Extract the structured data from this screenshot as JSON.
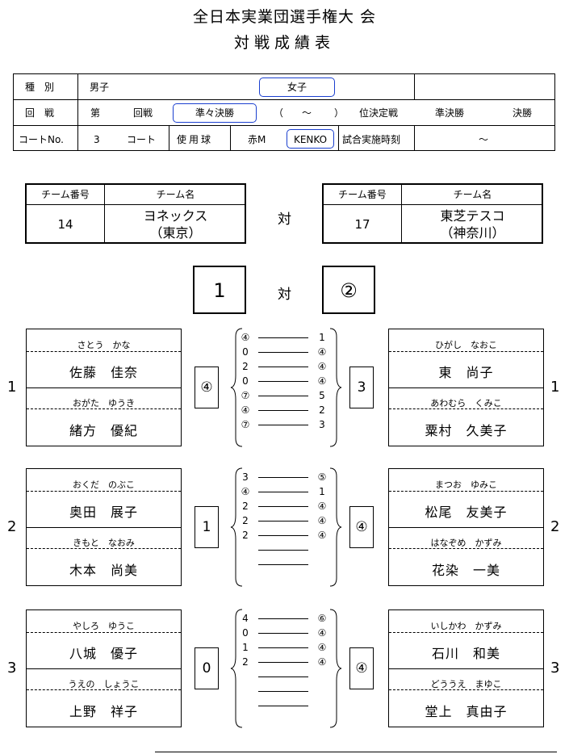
{
  "title": {
    "line1": "全日本実業団選手権大 会",
    "line2": "対戦成績表"
  },
  "info": {
    "row1": {
      "label": "種　別",
      "men": "男子",
      "women": "女子"
    },
    "row2": {
      "label": "回　戦",
      "dai": "第",
      "kaisen": "回戦",
      "quarter": "準々決勝",
      "paren_open": "（",
      "tilde": "～",
      "paren_close": "）",
      "rank_decider": "位決定戦",
      "semi": "準決勝",
      "final": "決勝"
    },
    "row3": {
      "label": "コートNo.",
      "court_no": "3",
      "court": "コート",
      "ball_label": "使用球",
      "ball_color": "赤M",
      "ball_brand": "KENKO",
      "time_label": "試合実施時刻",
      "time_sep": "～"
    }
  },
  "team_headers": {
    "number": "チーム番号",
    "name": "チーム名"
  },
  "vs": "対",
  "team_left": {
    "number": "14",
    "name": "ヨネックス",
    "pref": "（東京）"
  },
  "team_right": {
    "number": "17",
    "name": "東芝テスコ",
    "pref": "（神奈川）"
  },
  "match_score": {
    "left": "1",
    "right": "②"
  },
  "matches": [
    {
      "row": "1",
      "left_players": [
        {
          "kana": "さとう　かな",
          "name": "佐藤　佳奈"
        },
        {
          "kana": "おがた　ゆうき",
          "name": "緒方　優紀"
        }
      ],
      "right_players": [
        {
          "kana": "ひがし　なおこ",
          "name": "東　尚子"
        },
        {
          "kana": "あわむら　くみこ",
          "name": "粟村　久美子"
        }
      ],
      "left_sets": "④",
      "right_sets": "3",
      "games": [
        [
          "④",
          "1"
        ],
        [
          "0",
          "④"
        ],
        [
          "2",
          "④"
        ],
        [
          "0",
          "④"
        ],
        [
          "⑦",
          "5"
        ],
        [
          "④",
          "2"
        ],
        [
          "⑦",
          "3"
        ]
      ]
    },
    {
      "row": "2",
      "left_players": [
        {
          "kana": "おくだ　のぶこ",
          "name": "奥田　展子"
        },
        {
          "kana": "きもと　なおみ",
          "name": "木本　尚美"
        }
      ],
      "right_players": [
        {
          "kana": "まつお　ゆみこ",
          "name": "松尾　友美子"
        },
        {
          "kana": "はなぞめ　かずみ",
          "name": "花染　一美"
        }
      ],
      "left_sets": "1",
      "right_sets": "④",
      "games": [
        [
          "3",
          "⑤"
        ],
        [
          "④",
          "1"
        ],
        [
          "2",
          "④"
        ],
        [
          "2",
          "④"
        ],
        [
          "2",
          "④"
        ],
        [
          "",
          ""
        ],
        [
          "",
          ""
        ]
      ]
    },
    {
      "row": "3",
      "left_players": [
        {
          "kana": "やしろ　ゆうこ",
          "name": "八城　優子"
        },
        {
          "kana": "うえの　しょうこ",
          "name": "上野　祥子"
        }
      ],
      "right_players": [
        {
          "kana": "いしかわ　かずみ",
          "name": "石川　和美"
        },
        {
          "kana": "どううえ　まゆこ",
          "name": "堂上　真由子"
        }
      ],
      "left_sets": "0",
      "right_sets": "④",
      "games": [
        [
          "4",
          "⑥"
        ],
        [
          "0",
          "④"
        ],
        [
          "1",
          "④"
        ],
        [
          "2",
          "④"
        ],
        [
          "",
          ""
        ],
        [
          "",
          ""
        ],
        [
          "",
          ""
        ]
      ]
    }
  ]
}
